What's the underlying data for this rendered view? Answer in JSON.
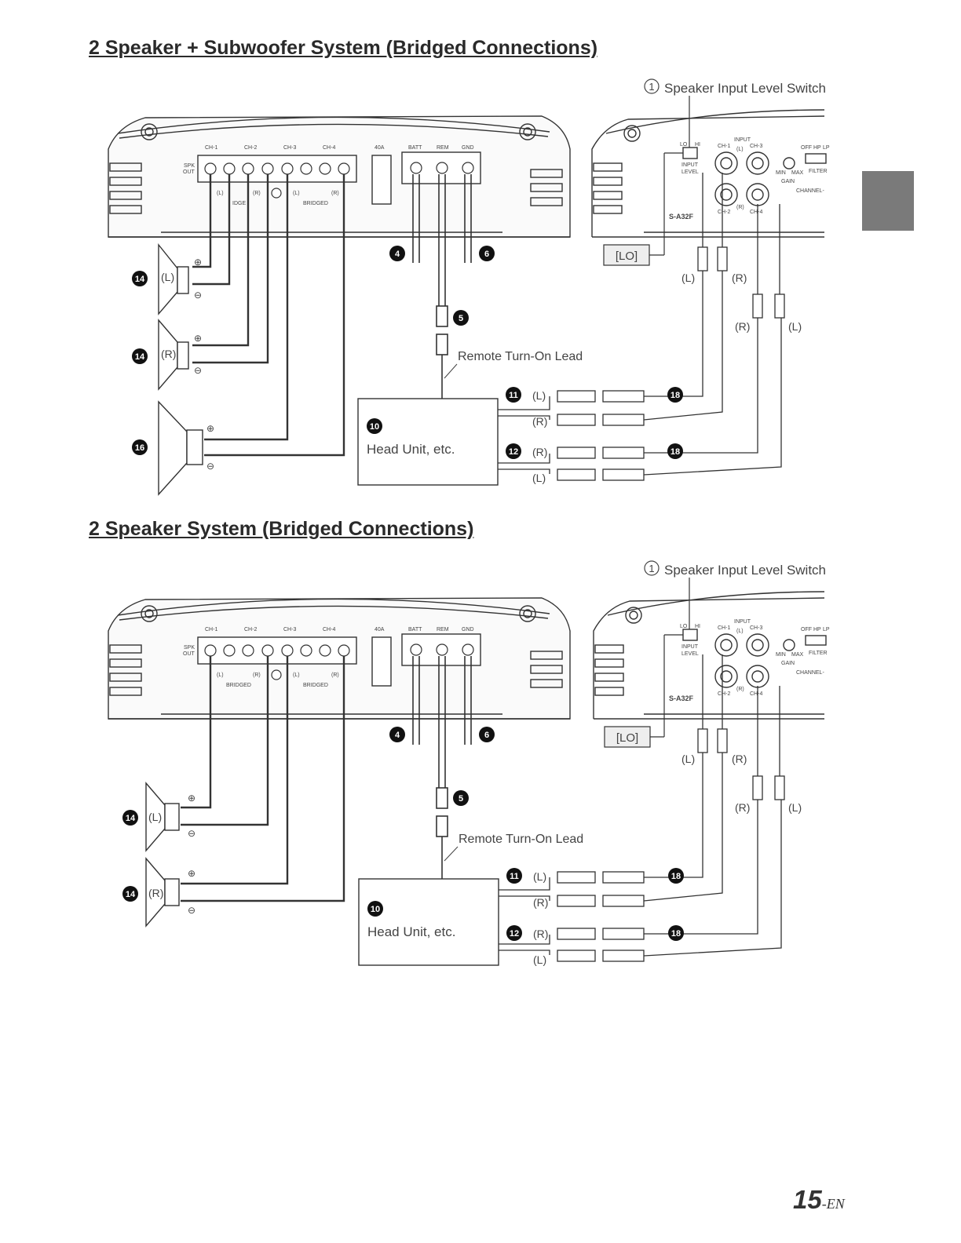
{
  "headings": {
    "top": "2 Speaker + Subwoofer System (Bridged Connections)",
    "bottom": "2 Speaker System (Bridged Connections)"
  },
  "labels": {
    "switch_num": "1",
    "switch": "Speaker Input Level Switch",
    "lo_box": "[LO]",
    "remote": "Remote Turn-On Lead",
    "head_unit": "Head Unit, etc.",
    "L": "(L)",
    "R": "(R)"
  },
  "badges": {
    "b4": "4",
    "b5": "5",
    "b6": "6",
    "b10": "10",
    "b11": "11",
    "b12": "12",
    "b14": "14",
    "b16": "16",
    "b18": "18"
  },
  "amp": {
    "ch1": "CH-1",
    "ch2": "CH-2",
    "ch3": "CH-3",
    "ch4": "CH-4",
    "spk": "SPK",
    "out": "OUT",
    "fuse": "40A",
    "batt": "BATT",
    "rem": "REM",
    "gnd": "GND",
    "bridged": "BRIDGED",
    "bridged_partial": "IDGE",
    "tl": "(L)",
    "tr": "(R)"
  },
  "panel": {
    "input": "INPUT",
    "ch1": "CH-1",
    "ch3": "CH-3",
    "ch2": "CH-2",
    "ch4": "CH-4",
    "lo": "LO",
    "hi": "HI",
    "input_level": "INPUT",
    "level": "LEVEL",
    "off": "OFF",
    "hp": "HP",
    "lp": "LP",
    "filter": "FILTER",
    "min": "MIN",
    "max": "MAX",
    "gain": "GAIN",
    "channel": "CHANNEL-",
    "model": "S-A32F",
    "small_l": "(L)",
    "small_r": "(R)"
  },
  "page": {
    "number": "15",
    "suffix": "-EN"
  },
  "colors": {
    "ink": "#333333",
    "tab": "#7a7a7a",
    "badge": "#111111"
  }
}
